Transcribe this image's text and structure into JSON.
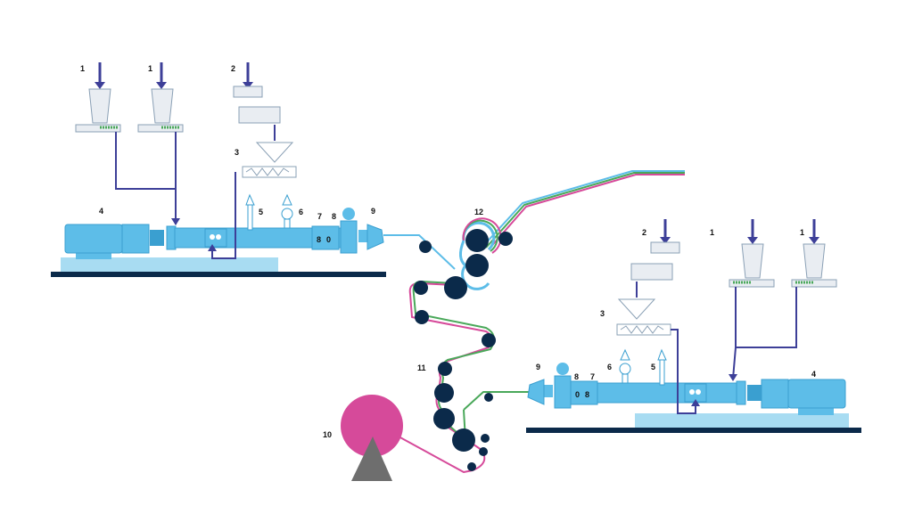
{
  "labels": {
    "feed_hopper": "1",
    "filler_feeder": "2",
    "side_feeder": "3",
    "motor": "4",
    "vent": "5",
    "vacuum": "6",
    "screen_changer": "7",
    "melt_pump": "8",
    "die": "9",
    "winder": "10",
    "cooling_rolls": "11",
    "nip_rolls": "12"
  },
  "colors": {
    "machine": "#5dbde8",
    "machine_dark": "#3a9fd0",
    "base": "#a8dcf2",
    "floor": "#0b2a4a",
    "feed_line": "#3d3f98",
    "roll": "#0b2a4a",
    "film_pink": "#d64a9a",
    "film_green": "#4aa85a",
    "film_blue": "#5dbde8",
    "winder": "#d64a9a",
    "winder_stand": "#6e6e6e",
    "hopper": "#e9edf2"
  }
}
